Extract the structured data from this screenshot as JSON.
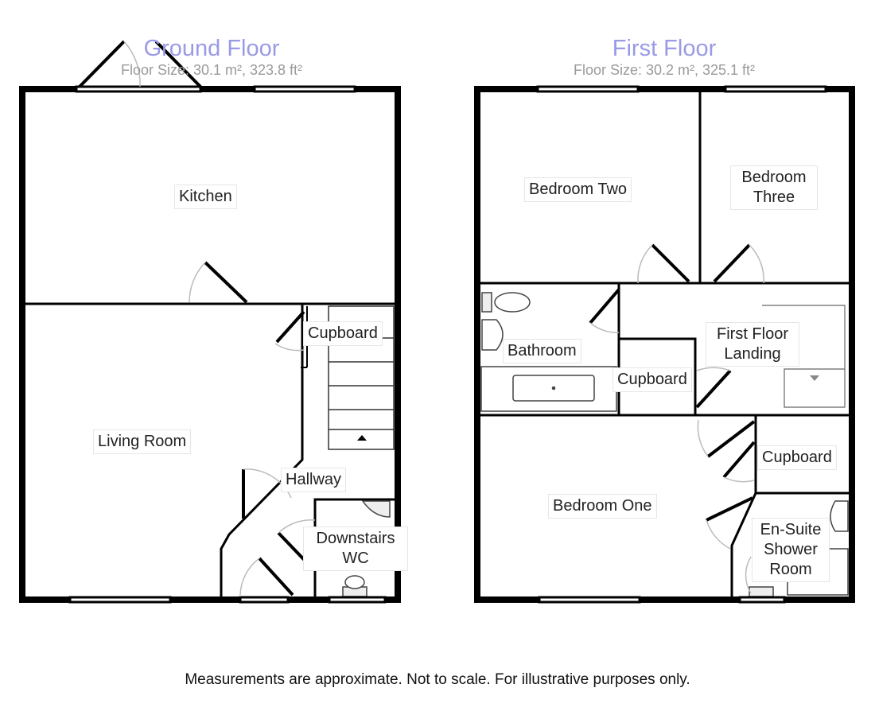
{
  "floors": [
    {
      "title": "Ground Floor",
      "size": "Floor Size: 30.1 m², 323.8 ft²",
      "rooms": {
        "kitchen": "Kitchen",
        "living_room": "Living Room",
        "cupboard": "Cupboard",
        "hallway": "Hallway",
        "downstairs_wc": "Downstairs WC"
      }
    },
    {
      "title": "First Floor",
      "size": "Floor Size: 30.2 m², 325.1 ft²",
      "rooms": {
        "bedroom_two": "Bedroom Two",
        "bedroom_three": "Bedroom Three",
        "bathroom": "Bathroom",
        "landing": "First Floor Landing",
        "cupboard_landing": "Cupboard",
        "cupboard_bedroom": "Cupboard",
        "bedroom_one": "Bedroom One",
        "ensuite": "En-Suite Shower Room"
      }
    }
  ],
  "disclaimer": "Measurements are approximate. Not to scale. For illustrative purposes only.",
  "colors": {
    "wall": "#000000",
    "title": "#9a9ae6",
    "size_text": "#9a9a9a",
    "fixture": "#555555"
  }
}
